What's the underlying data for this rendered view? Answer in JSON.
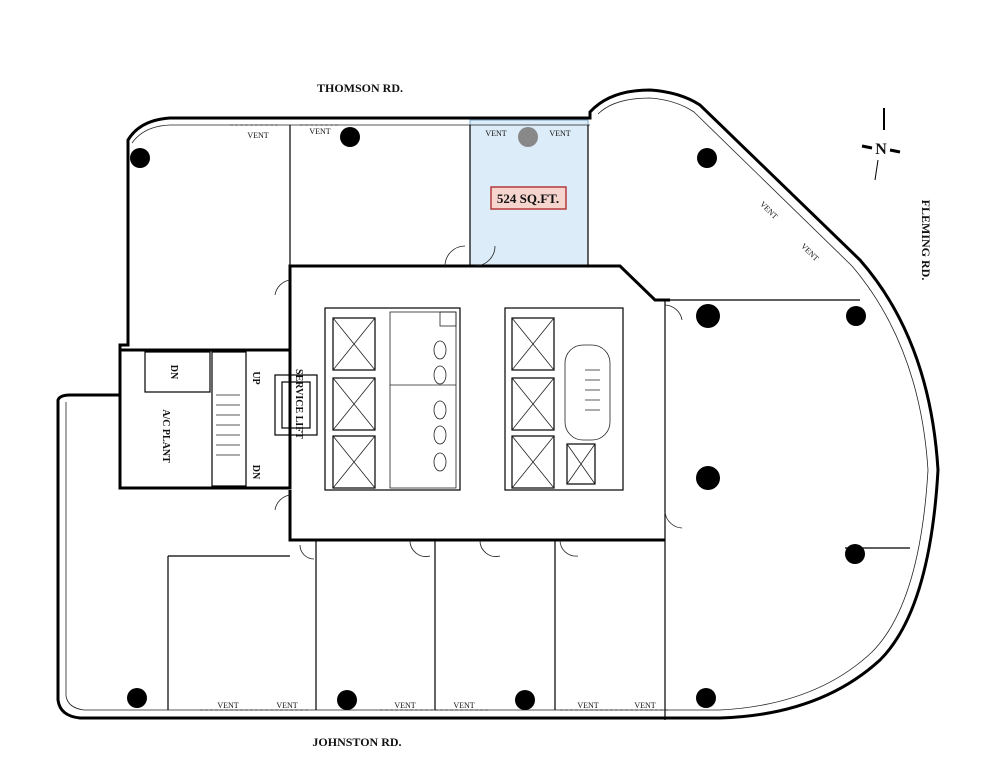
{
  "roads": {
    "north": "THOMSON RD.",
    "south": "JOHNSTON RD.",
    "east": "FLEMING RD."
  },
  "compass": {
    "letter": "N"
  },
  "highlight": {
    "area_label": "524 SQ.FT.",
    "fill": "#dcecf8",
    "label_fill": "#f6d5cf",
    "label_border": "#b33a3a"
  },
  "vent_label": "VENT",
  "core": {
    "ac_plant": "A/C PLANT",
    "service_lift": "SERVICE LIFT",
    "up": "UP",
    "dn": "DN",
    "dn2": "DN"
  }
}
